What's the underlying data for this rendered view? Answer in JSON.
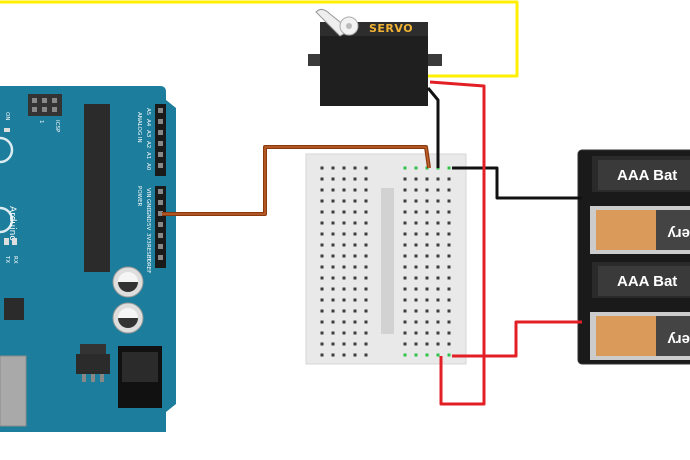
{
  "servo": {
    "label": "SERVO"
  },
  "arduino": {
    "brand": "Arduino",
    "icsp_label": "ICSP",
    "analog_in_label": "ANALOG IN",
    "power_label": "POWER",
    "analog_pins": [
      "A5",
      "A4",
      "A3",
      "A2",
      "A1",
      "A0"
    ],
    "power_pins": [
      "VIN",
      "GND",
      "GND",
      "5V",
      "3V3",
      "RESET",
      "IOREF"
    ],
    "led_labels": [
      "TX",
      "RX"
    ],
    "on_label": "ON",
    "icsp_num": "1"
  },
  "battery_pack": {
    "cell_label_top": "AAA Bat",
    "cell_label_bottom": "ery"
  },
  "colors": {
    "board": "#1c7d9c",
    "board_dark": "#15647f",
    "wire_yellow": "#ffef00",
    "wire_red": "#e31f26",
    "wire_black": "#111111",
    "wire_brown": "#8b3a0f",
    "servo_body": "#2d2d2d",
    "breadboard": "#e9e9e9",
    "battery_copper": "#d99a5a"
  }
}
